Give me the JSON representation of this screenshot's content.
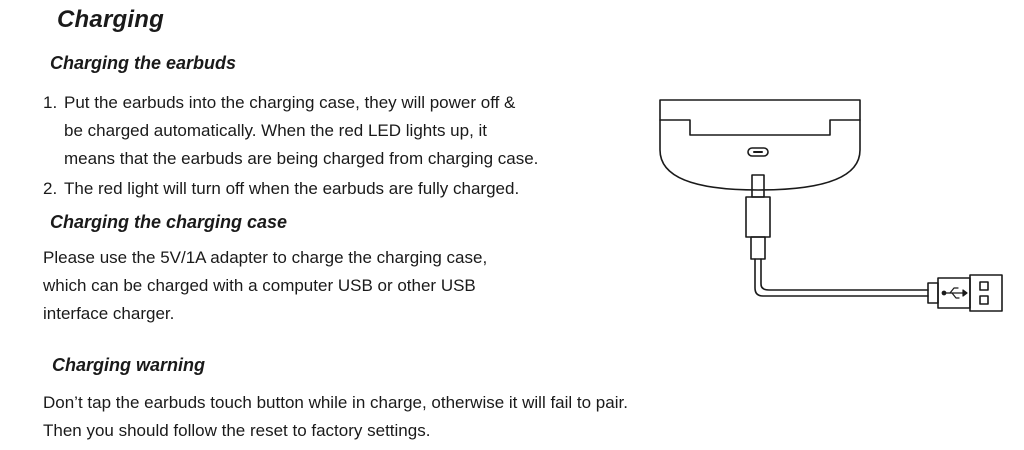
{
  "title": "Charging",
  "section1": {
    "heading": "Charging the earbuds",
    "items": [
      {
        "num": "1.",
        "lines": [
          "Put the earbuds into the charging case, they will power off &",
          "be charged automatically. When the red LED lights up, it",
          "means that the earbuds are being charged from charging case."
        ]
      },
      {
        "num": "2.",
        "lines": [
          "The red light will turn off when the earbuds are fully charged."
        ]
      }
    ]
  },
  "section2": {
    "heading": "Charging the charging case",
    "lines": [
      "Please use the 5V/1A adapter to charge the charging case,",
      "which can be charged with a computer USB or other USB",
      "interface charger."
    ]
  },
  "section3": {
    "heading": "Charging warning",
    "lines": [
      "Don’t tap the earbuds touch button while in charge, otherwise it will fail to pair.",
      "Then you should follow the reset to factory settings."
    ]
  },
  "diagram": {
    "icons": [
      "charging-case",
      "type-c-port",
      "type-c-plug",
      "usb-plug",
      "usb-symbol"
    ]
  }
}
